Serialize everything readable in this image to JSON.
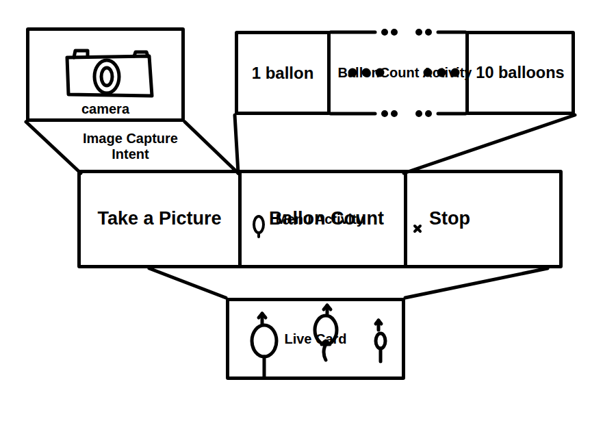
{
  "diagram": {
    "nodes": [
      {
        "text": [
          "camera",
          "Image Capture Intent"
        ]
      },
      {
        "text": [
          "BallonCount Activity"
        ]
      },
      {
        "text": [
          "1 ballon"
        ],
        "in": 1
      },
      {
        "text": [
          "10 balloons"
        ],
        "in": 1
      },
      {
        "text": [
          "Menu Activity"
        ]
      },
      {
        "text": [
          "Take a Picture"
        ],
        "in": 4
      },
      {
        "text": [
          "Ballon Count"
        ],
        "in": 4
      },
      {
        "text": [
          "Stop"
        ],
        "in": 4
      },
      {
        "text": [
          "Live Card"
        ]
      }
    ],
    "edges": [
      {
        "from": 8,
        "to": 4,
        "arrow": "none"
      },
      {
        "from": 5,
        "to": 0,
        "arrow": "none"
      },
      {
        "from": 6,
        "to": 1,
        "arrow": "none"
      }
    ]
  }
}
